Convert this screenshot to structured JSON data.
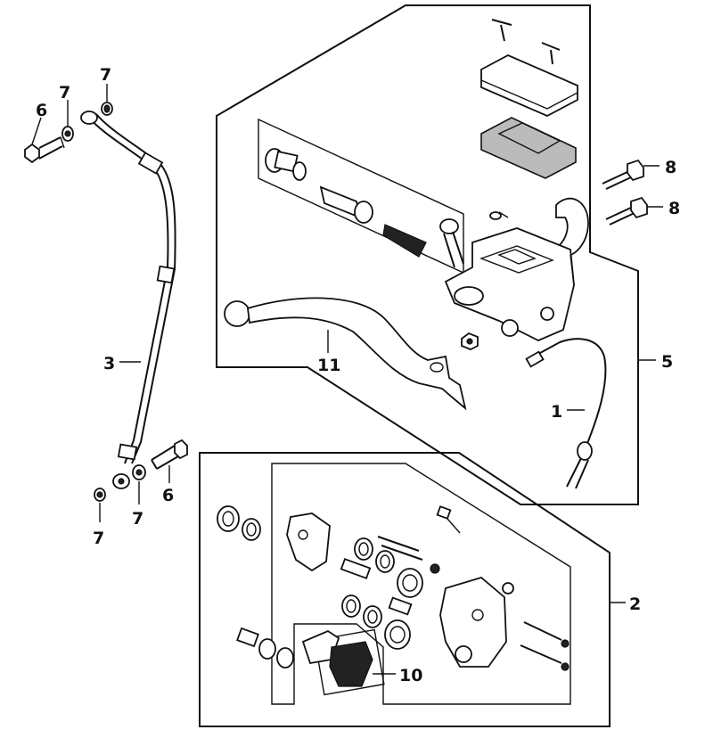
{
  "diagram": {
    "callouts": [
      {
        "id": "c6a",
        "text": "6"
      },
      {
        "id": "c7a",
        "text": "7"
      },
      {
        "id": "c7b",
        "text": "7"
      },
      {
        "id": "c8a",
        "text": "8"
      },
      {
        "id": "c8b",
        "text": "8"
      },
      {
        "id": "c3",
        "text": "3"
      },
      {
        "id": "c11",
        "text": "11"
      },
      {
        "id": "c5",
        "text": "5"
      },
      {
        "id": "c1",
        "text": "1"
      },
      {
        "id": "c6b",
        "text": "6"
      },
      {
        "id": "c7c",
        "text": "7"
      },
      {
        "id": "c7d",
        "text": "7"
      },
      {
        "id": "c2",
        "text": "2"
      },
      {
        "id": "c10",
        "text": "10"
      }
    ]
  }
}
